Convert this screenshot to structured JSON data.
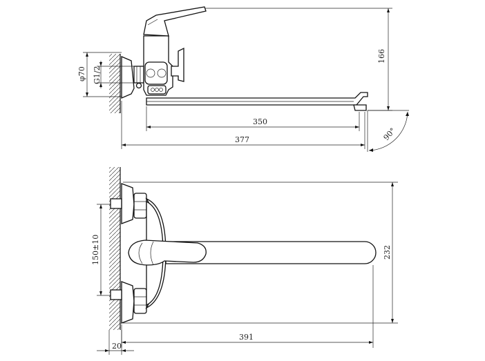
{
  "drawing": {
    "side_view": {
      "dim_width_total": "377",
      "dim_spout_length": "350",
      "dim_height": "166",
      "dim_rosette_diameter": "φ70",
      "dim_thread": "G1/2",
      "dim_swivel_angle": "90°"
    },
    "top_view": {
      "dim_spout_reach": "391",
      "dim_centres": "150±10",
      "dim_depth": "232",
      "dim_wall_offset": "20"
    }
  }
}
